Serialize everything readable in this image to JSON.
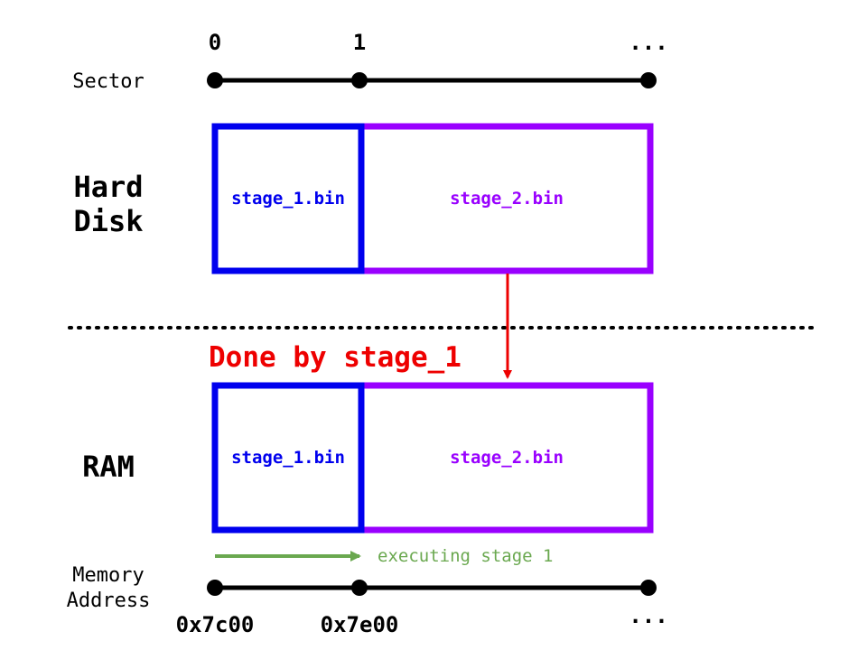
{
  "sector_axis": {
    "label": "Sector",
    "ticks": [
      "0",
      "1",
      "..."
    ]
  },
  "hard_disk": {
    "label_line1": "Hard",
    "label_line2": "Disk",
    "block_stage1": "stage_1.bin",
    "block_stage2": "stage_2.bin"
  },
  "copy_annotation": "Done by stage_1",
  "ram": {
    "label": "RAM",
    "block_stage1": "stage_1.bin",
    "block_stage2": "stage_2.bin"
  },
  "execution_note": "executing stage 1",
  "memory_axis": {
    "label_line1": "Memory",
    "label_line2": "Address",
    "ticks": [
      "0x7c00",
      "0x7e00",
      "..."
    ]
  },
  "colors": {
    "stage1": "#0000ee",
    "stage2": "#9900ff",
    "copy_arrow": "#ee0000",
    "exec_arrow": "#6aa84f",
    "axis": "#000000"
  }
}
